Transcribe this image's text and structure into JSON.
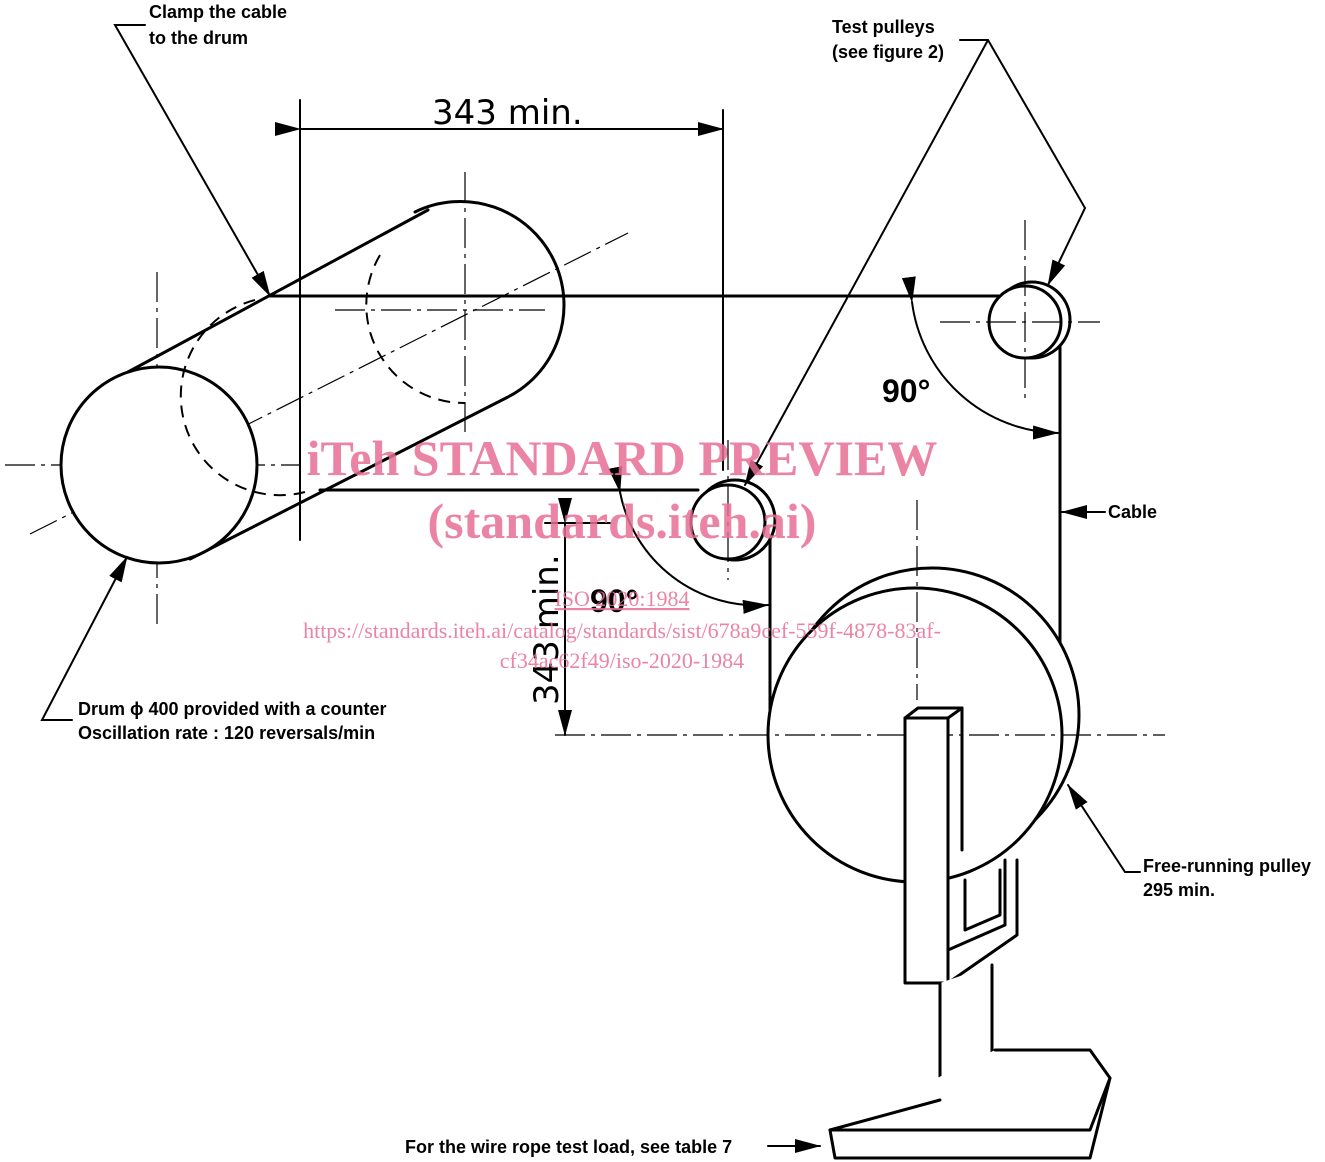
{
  "labels": {
    "clamp_line1": "Clamp the cable",
    "clamp_line2": "to the drum",
    "test_pulleys_line1": "Test pulleys",
    "test_pulleys_line2": "(see figure 2)",
    "cable": "Cable",
    "drum_line1": "Drum ϕ 400 provided with a counter",
    "drum_line2": "Oscillation rate : 120 reversals/min",
    "free_running_line1": "Free-running pulley",
    "free_running_line2": "295 min.",
    "test_load": "For the wire rope test load, see table 7"
  },
  "dimensions": {
    "horizontal_distance": "343 min.",
    "vertical_distance": "343 min.",
    "angle_upper": "90°",
    "angle_lower": "90°"
  },
  "watermark": {
    "title": "iTeh STANDARD PREVIEW",
    "subtitle": "(standards.iteh.ai)",
    "code": "ISO 2020:1984",
    "url_line1": "https://standards.iteh.ai/catalog/standards/sist/678a9cef-559f-4878-83af-",
    "url_line2": "cf34ac62f49/iso-2020-1984"
  }
}
